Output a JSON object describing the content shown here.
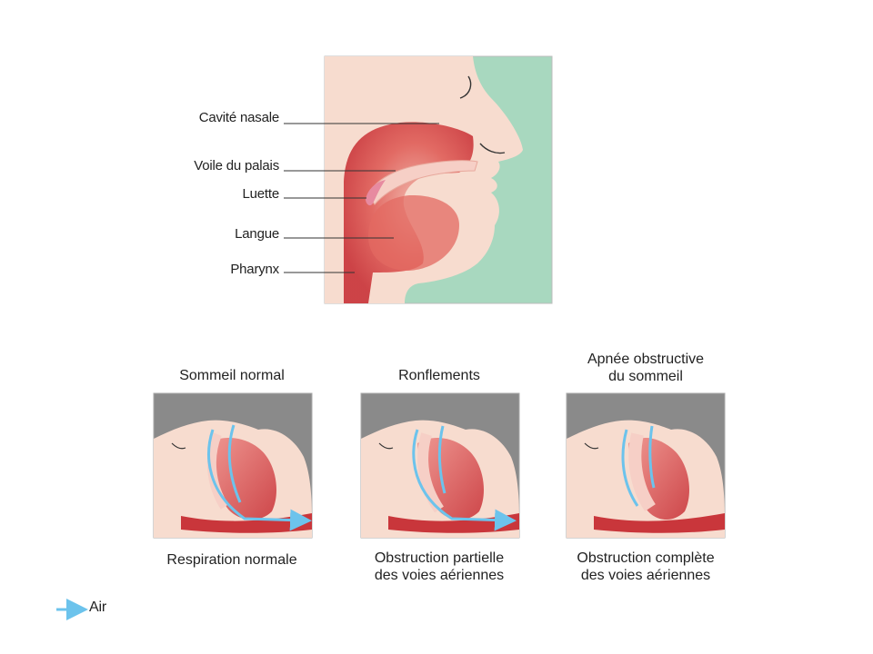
{
  "anatomy": {
    "labels": [
      {
        "key": "nasal",
        "text": "Cavité nasale"
      },
      {
        "key": "palate",
        "text": "Voile du palais"
      },
      {
        "key": "uvula",
        "text": "Luette"
      },
      {
        "key": "tongue",
        "text": "Langue"
      },
      {
        "key": "pharynx",
        "text": "Pharynx"
      }
    ]
  },
  "panels": [
    {
      "title": "Sommeil normal",
      "caption": "Respiration normale",
      "state": "normal"
    },
    {
      "title": "Ronflements",
      "caption": "Obstruction partielle\ndes voies aériennes",
      "state": "partial"
    },
    {
      "title": "Apnée obstructive\ndu sommeil",
      "caption": "Obstruction complète\ndes voies aériennes",
      "state": "complete"
    }
  ],
  "legend": {
    "label": "Air",
    "arrow_color": "#6cc3ec"
  },
  "colors": {
    "background_green": "#a8d8bf",
    "skin": "#f7dccf",
    "tissue_red": "#d9494b",
    "panel_gray": "#8a8a8a"
  }
}
